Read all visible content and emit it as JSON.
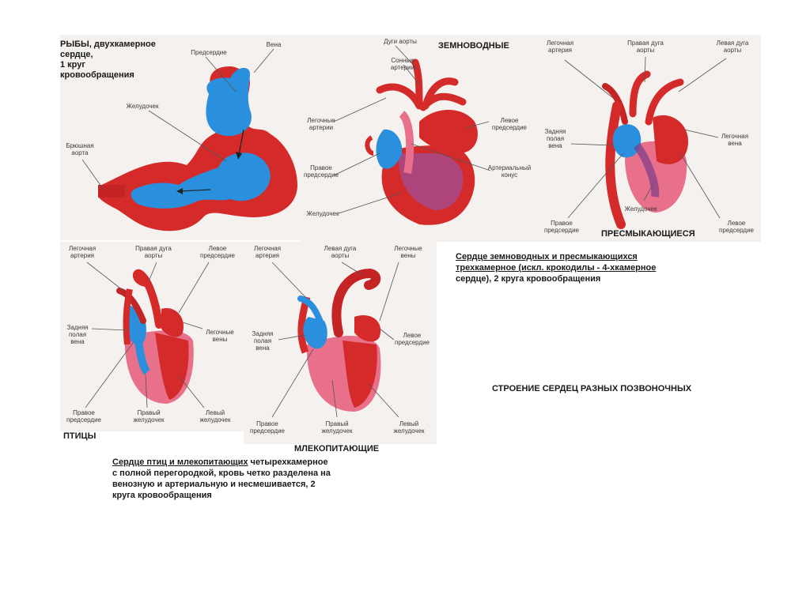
{
  "fish": {
    "title_lines": [
      "РЫБЫ, двухкамерное",
      "сердце,",
      "1 круг",
      "кровообращения"
    ],
    "labels": {
      "atrium": "Предсердие",
      "vein": "Вена",
      "ventricle": "Желудочек",
      "aorta": "Брюшная\nаорта"
    }
  },
  "amphibians": {
    "title": "ЗЕМНОВОДНЫЕ",
    "labels": {
      "aortic_arches": "Дуги аорты",
      "carotid": "Сонные\nартерии",
      "pulmonary": "Легочные\nартерии",
      "left_atrium": "Левое\nпредсердие",
      "right_atrium": "Правое\nпредсердие",
      "conus": "Артериальный\nконус",
      "ventricle": "Желудочек"
    }
  },
  "reptiles": {
    "title": "ПРЕСМЫКАЮЩИЕСЯ",
    "labels": {
      "pulm_artery": "Легочная\nартерия",
      "right_arch": "Правая дуга\nаорты",
      "left_arch": "Левая дуга\nаорты",
      "vena_cava": "Задняя\nполая\nвена",
      "pulm_vein": "Легочная\nвена",
      "right_atrium": "Правое\nпредсердие",
      "ventricle": "Желудочек",
      "left_atrium": "Левое\nпредсердие"
    }
  },
  "birds": {
    "title": "ПТИЦЫ",
    "labels": {
      "pulm_artery": "Легочная\nартерия",
      "right_arch": "Правая дуга\nаорты",
      "left_atrium": "Левое\nпредсердие",
      "vena_cava": "Задняя\nполая\nвена",
      "pulm_veins": "Легочные\nвены",
      "right_atrium": "Правое\nпредсердие",
      "right_ventricle": "Правый\nжелудочек",
      "left_ventricle": "Левый\nжелудочек"
    }
  },
  "mammals": {
    "title": "МЛЕКОПИТАЮЩИЕ",
    "labels": {
      "pulm_artery": "Легочная\nартерия",
      "left_arch": "Левая дуга\nаорты",
      "pulm_veins": "Легочные\nвены",
      "vena_cava": "Задняя\nполая\nвена",
      "left_atrium": "Левое\nпредсердие",
      "right_atrium": "Правое\nпредсердие",
      "right_ventricle": "Правый\nжелудочек",
      "left_ventricle": "Левый\nжелудочек"
    }
  },
  "caption_reptile": {
    "line1": "Сердце земноводных и пресмыкающихся",
    "line2": "трехкамерное (искл. крокодилы - 4-хкамерное",
    "line3": "сердце), 2 круга кровообращения"
  },
  "caption_bird": {
    "line1_u": "Сердце птиц и млекопитающих",
    "line1_rest": " четырехкамерное",
    "line2": "с полной перегородкой, кровь четко разделена на",
    "line3": "венозную и артериальную и несмешивается, 2",
    "line4": "круга кровообращения"
  },
  "main_title": "СТРОЕНИЕ СЕРДЕЦ РАЗНЫХ ПОЗВОНОЧНЫХ",
  "colors": {
    "red": "#d42a2a",
    "blue": "#2a8fdc",
    "pink": "#e8708a",
    "bg": "#f4f1ee"
  }
}
